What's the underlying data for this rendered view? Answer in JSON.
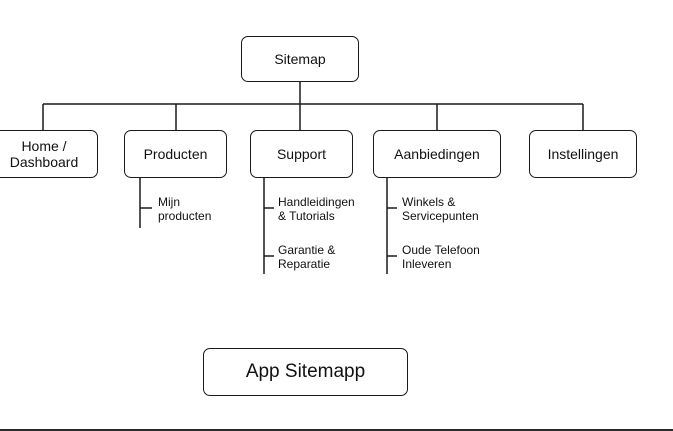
{
  "root": {
    "label": "Sitemap"
  },
  "sections": [
    {
      "label": "Home /\nDashboard",
      "children": []
    },
    {
      "label": "Producten",
      "children": [
        "Mijn\nproducten"
      ]
    },
    {
      "label": "Support",
      "children": [
        "Handleidingen\n& Tutorials",
        "Garantie &\nReparatie"
      ]
    },
    {
      "label": "Aanbiedingen",
      "children": [
        "Winkels &\nServicepunten",
        "Oude Telefoon\nInleveren"
      ]
    },
    {
      "label": "Instellingen",
      "children": []
    }
  ],
  "caption": "App Sitemapp",
  "colors": {
    "stroke": "#1a1a1a",
    "background": "#ffffff",
    "text": "#111111"
  }
}
